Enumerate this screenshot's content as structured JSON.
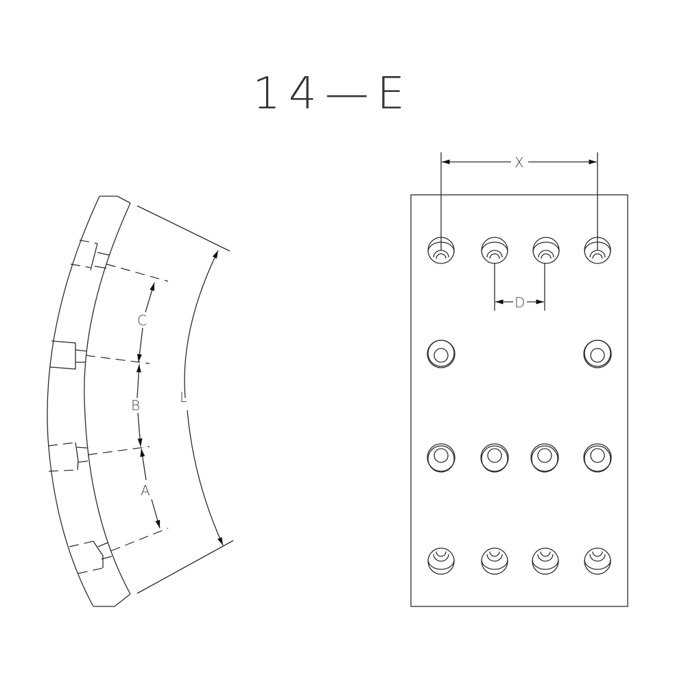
{
  "title": "14—E",
  "side_view": {
    "dimension_labels": {
      "C": "C",
      "B": "B",
      "A": "A",
      "L": "L"
    }
  },
  "plan_view": {
    "dimension_labels": {
      "X": "X",
      "D": "D"
    },
    "hole_rows": [
      {
        "row": 1,
        "count": 4,
        "style": "countersunk-top"
      },
      {
        "row": 2,
        "count": 2,
        "style": "counterbored"
      },
      {
        "row": 3,
        "count": 4,
        "style": "counterbored"
      },
      {
        "row": 4,
        "count": 4,
        "style": "countersunk-bottom"
      }
    ]
  },
  "colors": {
    "line": "#2a2a2a",
    "background": "#ffffff"
  }
}
